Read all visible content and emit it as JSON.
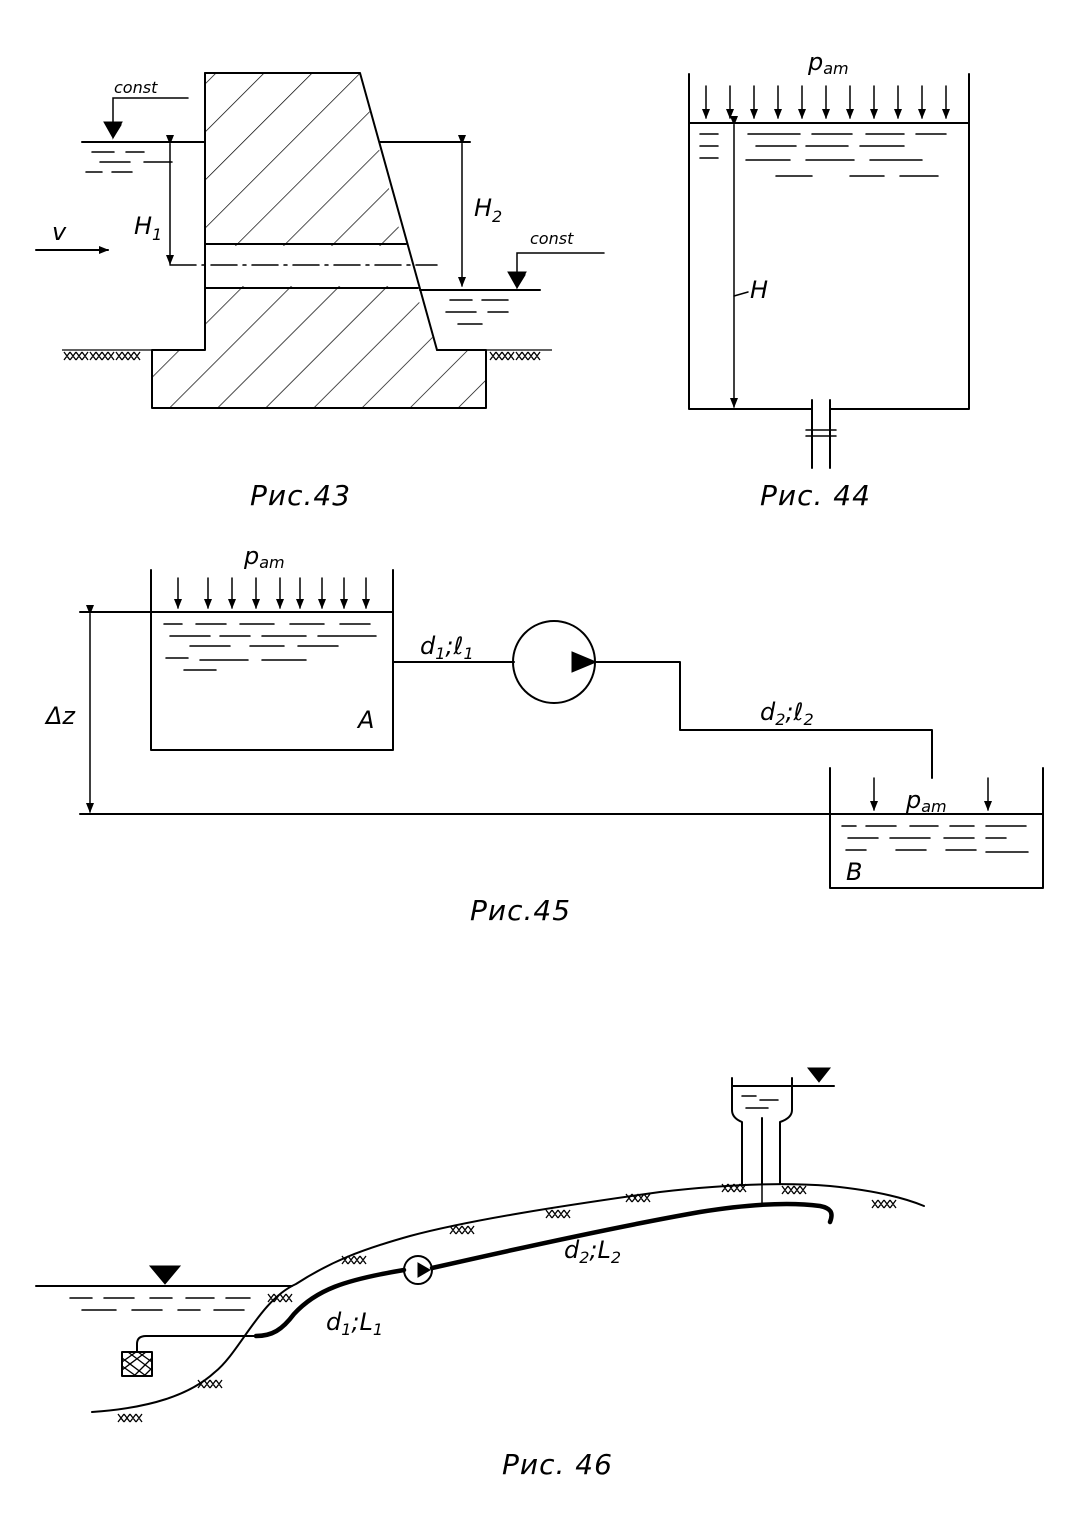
{
  "fig43": {
    "caption": "Рис.43",
    "const_left": "const",
    "const_right": "const",
    "v": "v",
    "h1": "H",
    "h1_sub": "1",
    "h2": "H",
    "h2_sub": "2"
  },
  "fig44": {
    "caption": "Рис. 44",
    "p": "p",
    "p_sub": "am",
    "h": "H"
  },
  "fig45": {
    "caption": "Рис.45",
    "p_top": "p",
    "p_top_sub": "am",
    "p_bottom": "p",
    "p_bottom_sub": "am",
    "dz": "Δz",
    "tank_a": "A",
    "tank_b": "B",
    "pipe1_d": "d",
    "pipe1_d_sub": "1",
    "pipe1_sep": ";",
    "pipe1_l": "ℓ",
    "pipe1_l_sub": "1",
    "pipe2_d": "d",
    "pipe2_d_sub": "2",
    "pipe2_sep": ";",
    "pipe2_l": "ℓ",
    "pipe2_l_sub": "2"
  },
  "fig46": {
    "caption": "Рис. 46",
    "pipe1_d": "d",
    "pipe1_d_sub": "1",
    "pipe1_sep": ";",
    "pipe1_l": "L",
    "pipe1_l_sub": "1",
    "pipe2_d": "d",
    "pipe2_d_sub": "2",
    "pipe2_sep": ";",
    "pipe2_l": "L",
    "pipe2_l_sub": "2"
  }
}
